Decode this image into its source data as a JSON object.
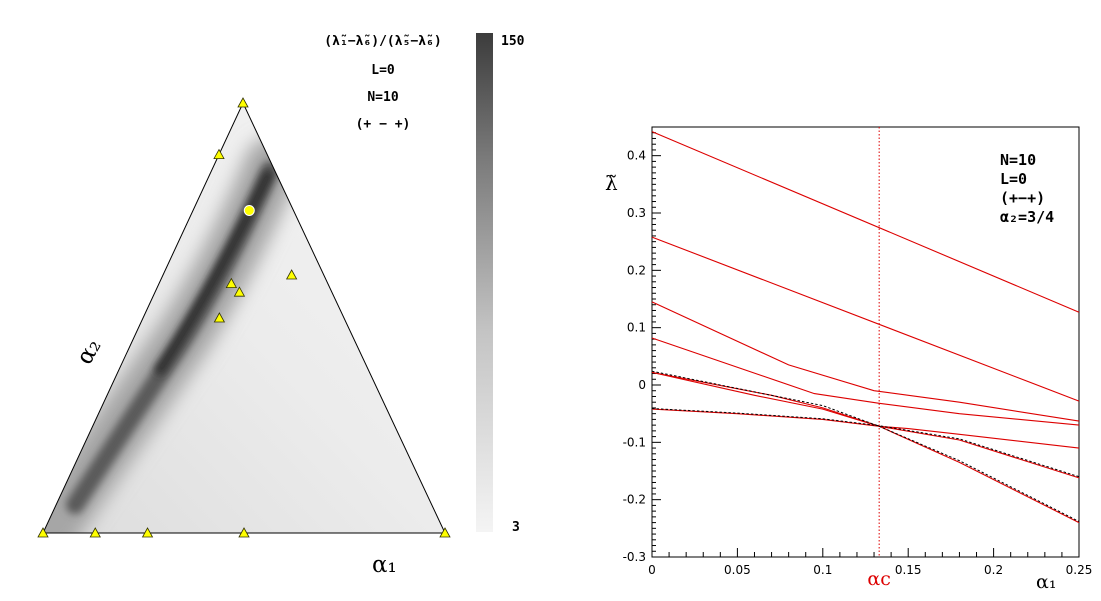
{
  "chart_data": [
    {
      "type": "heatmap",
      "panel": "ternary",
      "colorbar": {
        "title": "(λ̃₁−λ̃₆)/(λ̃₅−λ̃₆)",
        "max_label": "150",
        "min_label": "3",
        "range": [
          3,
          150
        ]
      },
      "annotations": [
        "L=0",
        "N=10",
        "(+ − +)"
      ],
      "axis_labels": {
        "alpha1": "α₁",
        "alpha2": "α₂"
      },
      "colors": {
        "marker_fill": "#ffff00",
        "marker_edge": "#333300",
        "ridge": "#3a3a3a",
        "background": "#f2f2f2"
      },
      "markers": {
        "triangles": [
          {
            "alpha1": 0.0,
            "alpha2": 1.0
          },
          {
            "alpha1": 0.0,
            "alpha2": 0.88
          },
          {
            "alpha1": 0.32,
            "alpha2": 0.6
          },
          {
            "alpha1": 0.18,
            "alpha2": 0.58
          },
          {
            "alpha1": 0.21,
            "alpha2": 0.56
          },
          {
            "alpha1": 0.19,
            "alpha2": 0.5
          },
          {
            "alpha1": 0.0,
            "alpha2": 0.0
          },
          {
            "alpha1": 0.13,
            "alpha2": 0.0
          },
          {
            "alpha1": 0.26,
            "alpha2": 0.0
          },
          {
            "alpha1": 0.5,
            "alpha2": 0.0
          },
          {
            "alpha1": 1.0,
            "alpha2": 0.0
          }
        ],
        "circles": [
          {
            "alpha1": 0.14,
            "alpha2": 0.75
          }
        ]
      }
    },
    {
      "type": "line",
      "panel": "spectrum",
      "xlim": [
        0,
        0.25
      ],
      "ylim": [
        -0.3,
        0.45
      ],
      "xticks": [
        0,
        0.05,
        0.1,
        0.15,
        0.2,
        0.25
      ],
      "xtick_labels": [
        "0",
        "0.05",
        "0.1",
        "0.15",
        "0.2",
        "0.25"
      ],
      "yticks": [
        -0.3,
        -0.2,
        -0.1,
        0,
        0.1,
        0.2,
        0.3,
        0.4
      ],
      "ytick_labels": [
        "-0.3",
        "-0.2",
        "-0.1",
        "0",
        "0.1",
        "0.2",
        "0.3",
        "0.4"
      ],
      "xlabel": "α₁",
      "ylabel": "λ̃",
      "alpha_c": {
        "label": "αc",
        "value": 0.133
      },
      "legend_lines": [
        "N=10",
        "L=0",
        "(+−+)",
        "α₂=3/4"
      ],
      "colors": {
        "solid": "#dd0000",
        "dashed": "#000000",
        "alpha_c": "#dd0000"
      },
      "series": [
        {
          "style": "solid",
          "x": [
            0,
            0.25
          ],
          "y": [
            0.442,
            0.127
          ]
        },
        {
          "style": "solid",
          "x": [
            0,
            0.25
          ],
          "y": [
            0.258,
            -0.028
          ]
        },
        {
          "style": "solid",
          "x": [
            0,
            0.08,
            0.13,
            0.18,
            0.25
          ],
          "y": [
            0.145,
            0.035,
            -0.01,
            -0.03,
            -0.063
          ]
        },
        {
          "style": "solid",
          "x": [
            0,
            0.095,
            0.133,
            0.18,
            0.25
          ],
          "y": [
            0.082,
            -0.015,
            -0.032,
            -0.05,
            -0.07
          ]
        },
        {
          "style": "solid",
          "x": [
            0,
            0.07,
            0.1,
            0.133,
            0.15,
            0.18,
            0.25
          ],
          "y": [
            0.022,
            -0.018,
            -0.04,
            -0.072,
            -0.076,
            -0.086,
            -0.11
          ]
        },
        {
          "style": "solid",
          "x": [
            0,
            0.05,
            0.1,
            0.133,
            0.18,
            0.25
          ],
          "y": [
            -0.042,
            -0.05,
            -0.06,
            -0.072,
            -0.096,
            -0.162
          ]
        },
        {
          "style": "solid",
          "x": [
            0,
            0.06,
            0.1,
            0.133,
            0.18,
            0.25
          ],
          "y": [
            0.022,
            -0.018,
            -0.042,
            -0.072,
            -0.135,
            -0.24
          ]
        },
        {
          "style": "dashed",
          "x": [
            0,
            0.06,
            0.1,
            0.133,
            0.18,
            0.25
          ],
          "y": [
            0.024,
            -0.012,
            -0.036,
            -0.072,
            -0.132,
            -0.238
          ]
        },
        {
          "style": "dashed",
          "x": [
            0,
            0.05,
            0.1,
            0.133,
            0.18,
            0.25
          ],
          "y": [
            -0.041,
            -0.049,
            -0.059,
            -0.071,
            -0.094,
            -0.16
          ]
        }
      ]
    }
  ]
}
